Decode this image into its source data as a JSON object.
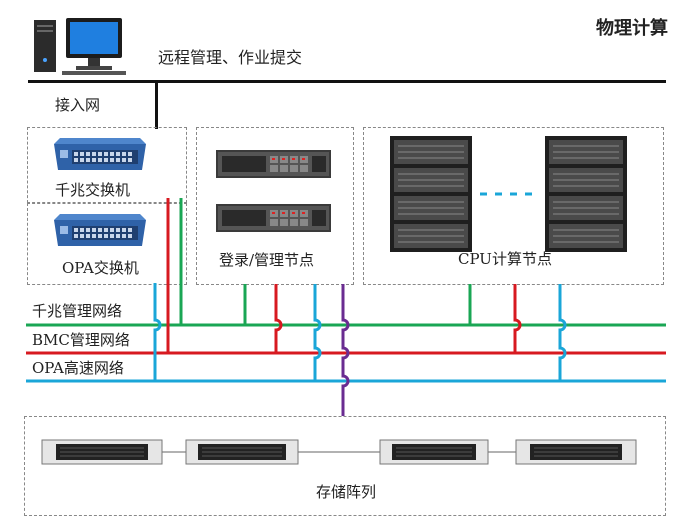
{
  "header": {
    "title": "物理计算",
    "subtitle": "远程管理、作业提交"
  },
  "network_labels": {
    "access": "接入网",
    "gigabit_mgmt": "千兆管理网络",
    "bmc_mgmt": "BMC管理网络",
    "opa_high_speed": "OPA高速网络"
  },
  "nodes": {
    "gigabit_switch": "千兆交换机",
    "opa_switch": "OPA交换机",
    "login_mgmt": "登录/管理节点",
    "cpu_compute": "CPU计算节点",
    "storage": "存储阵列"
  },
  "colors": {
    "gigabit": "#1aa654",
    "bmc": "#d71920",
    "opa": "#1aa6d8",
    "storage_link": "#6a2c91",
    "backbone": "#111111",
    "dashed_box": "#888888"
  }
}
